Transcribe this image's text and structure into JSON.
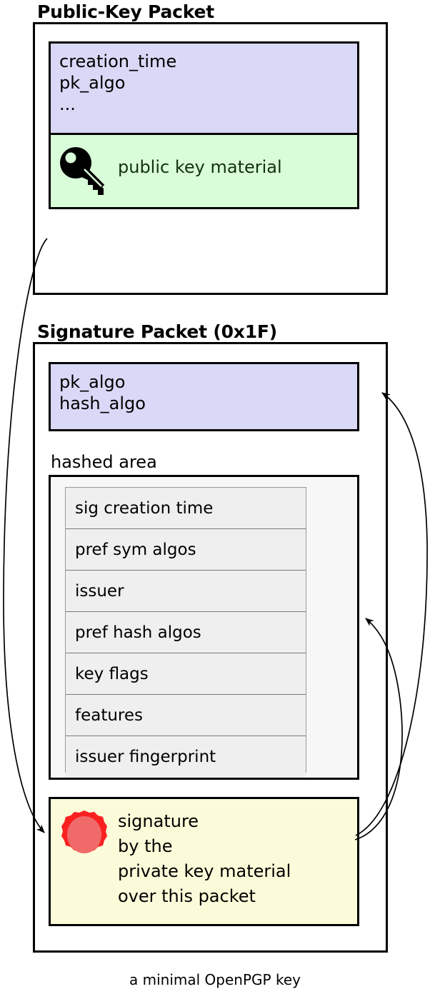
{
  "caption": "a minimal OpenPGP key",
  "colors": {
    "lavender": "#d9d9f7",
    "green": "#d9fcd9",
    "yellow": "#fcfbd9",
    "hashed_bg": "#f7f7f7",
    "subpacket_bg": "#efefef",
    "seal_outer": "#fb2020",
    "seal_inner": "#f06a6a",
    "stroke": "#000000"
  },
  "packets": [
    {
      "title": "Public-Key Packet",
      "fields": [
        {
          "lines": [
            "creation_time",
            "pk_algo",
            "..."
          ]
        }
      ],
      "key_material": {
        "icon": "key-icon",
        "label": "public key material"
      }
    },
    {
      "title": "Signature Packet (0x1F)",
      "fields": [
        {
          "lines": [
            "pk_algo",
            "hash_algo"
          ]
        }
      ],
      "hashed_area": {
        "label": "hashed area",
        "subpackets": [
          "sig creation time",
          "pref sym algos",
          "issuer",
          "pref hash algos",
          "key flags",
          "features",
          "issuer fingerprint"
        ]
      },
      "signature": {
        "icon": "wax-seal-icon",
        "lines": [
          "signature",
          "by the",
          "private key material",
          "over this packet"
        ]
      }
    }
  ]
}
